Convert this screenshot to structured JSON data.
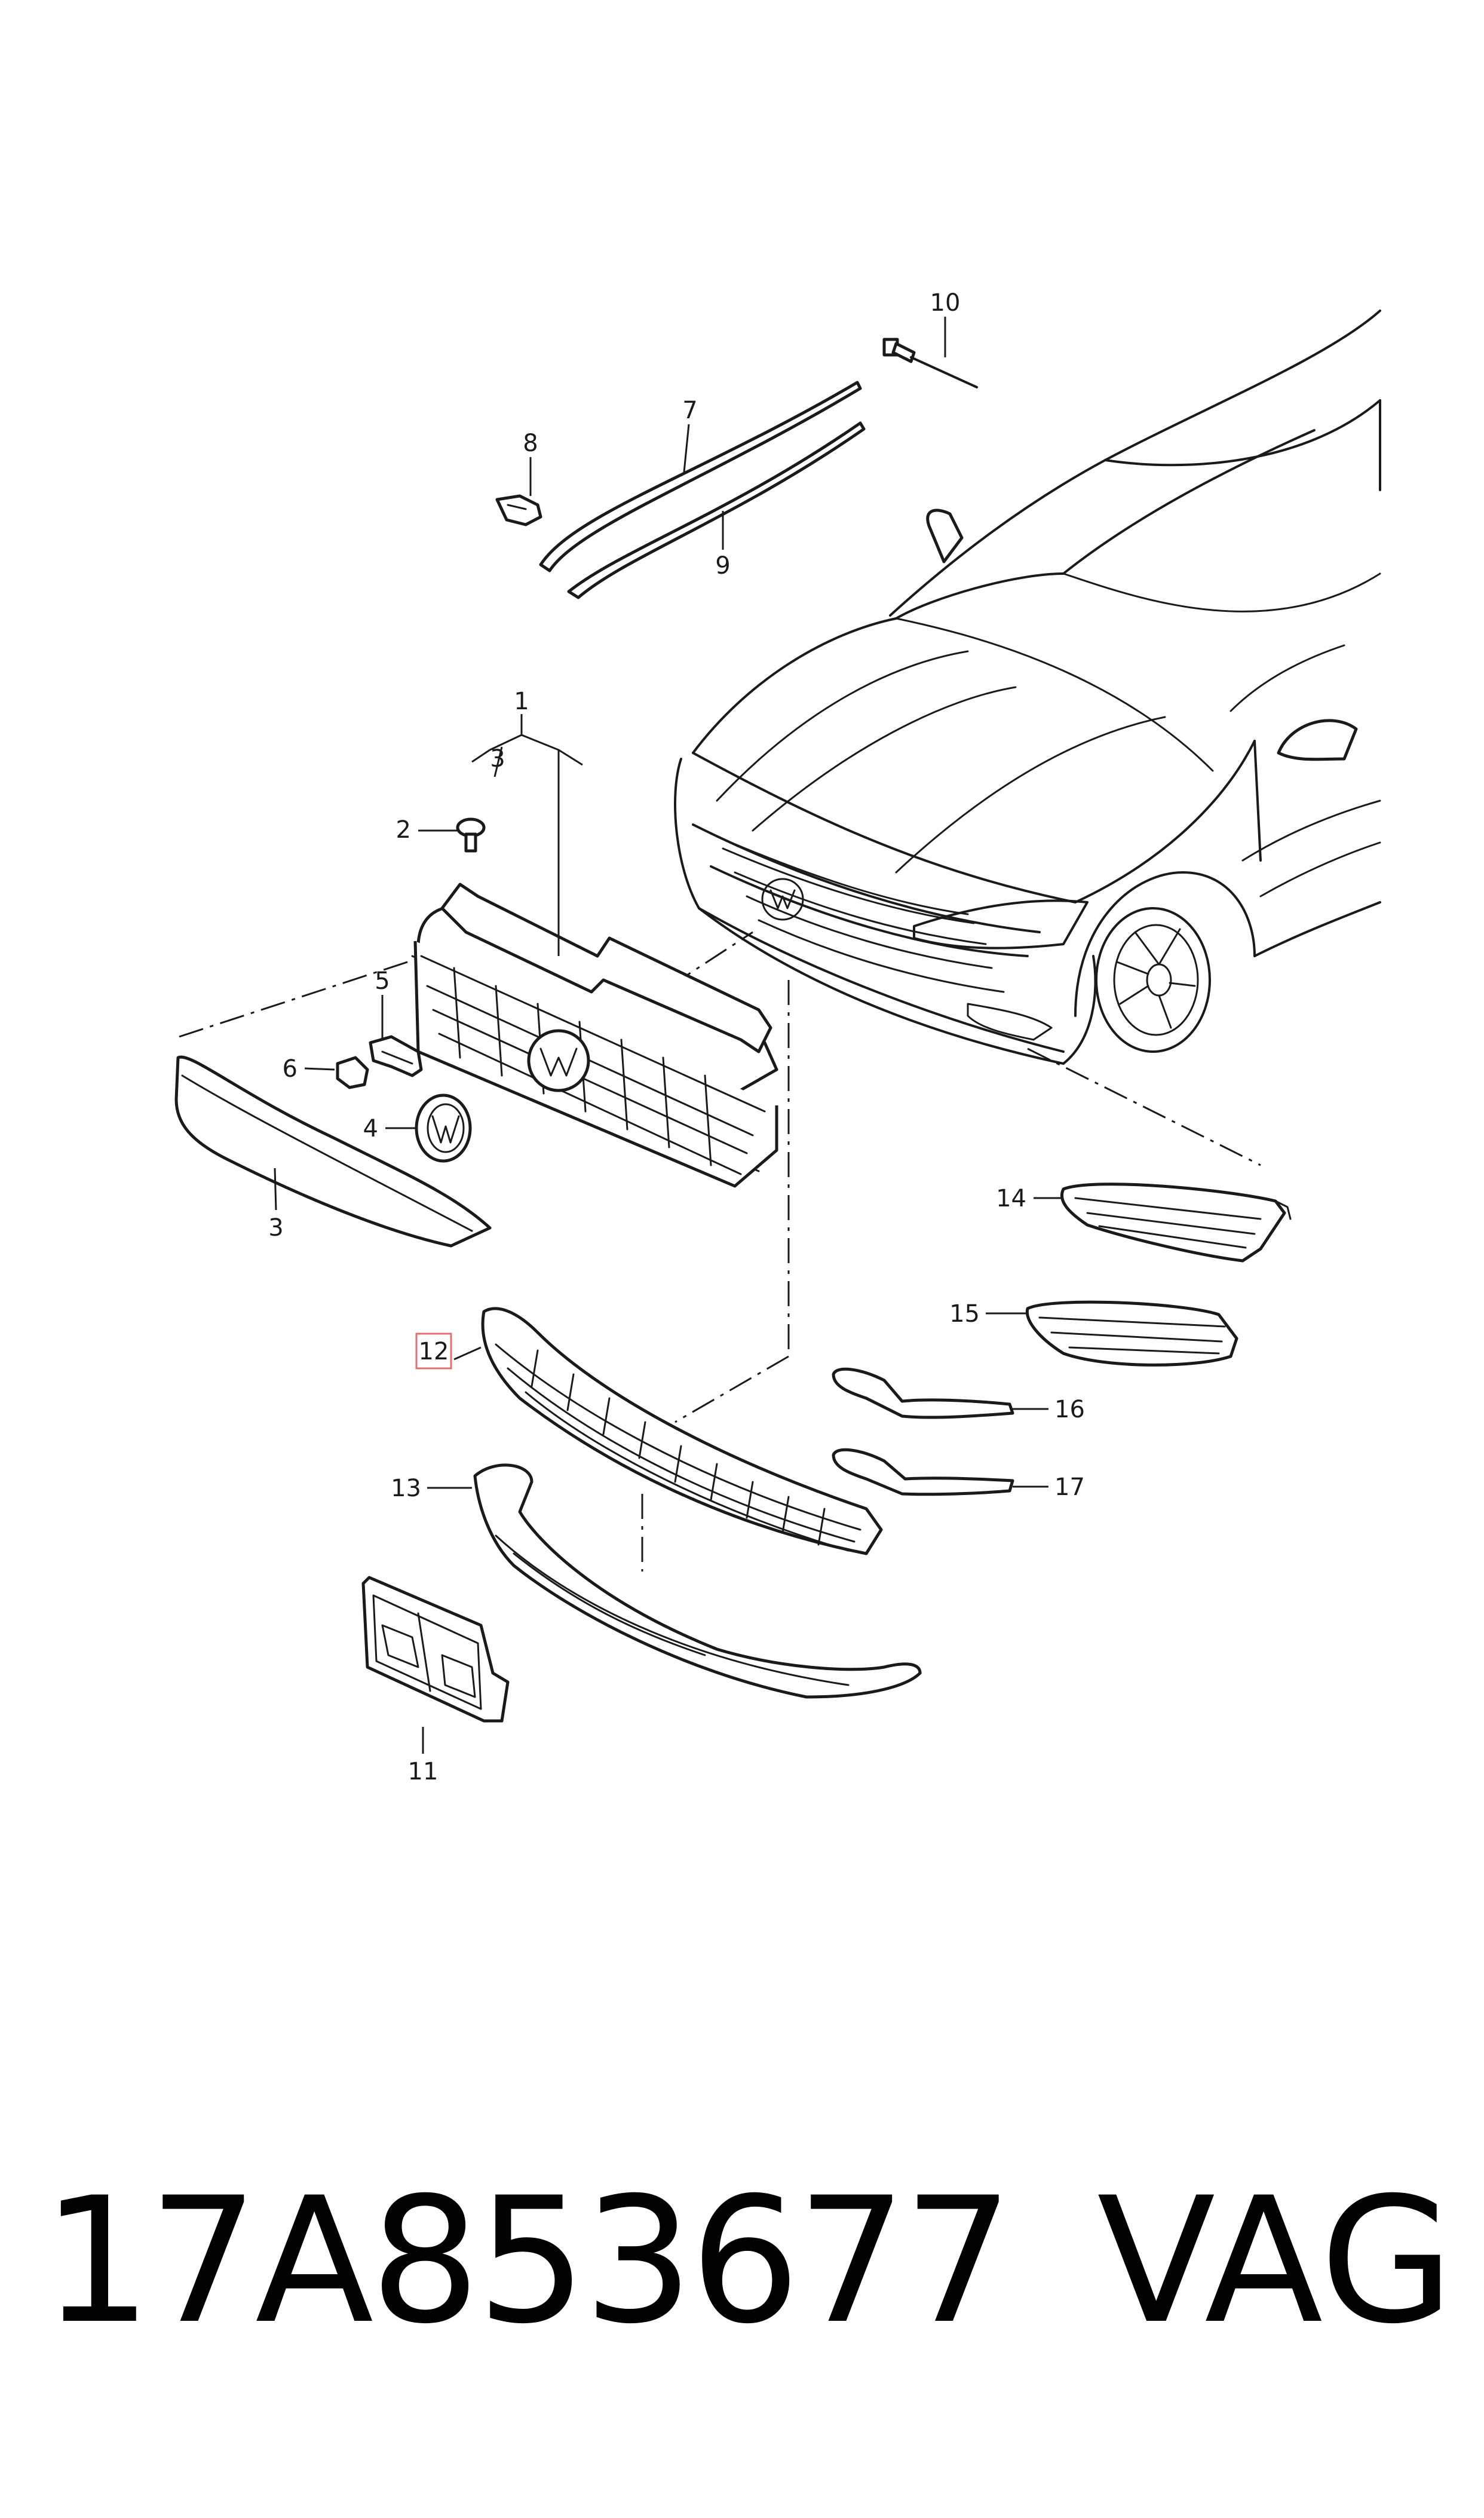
{
  "callouts": {
    "p1": "1",
    "p2": "2",
    "p3_top": "3",
    "p3": "3",
    "p4": "4",
    "p5": "5",
    "p6": "6",
    "p7": "7",
    "p8": "8",
    "p9": "9",
    "p10": "10",
    "p11": "11",
    "p12": "12",
    "p13": "13",
    "p14": "14",
    "p15": "15",
    "p16": "16",
    "p17": "17"
  },
  "highlight_color": "#e07070",
  "footer": {
    "part_number": "17A853677",
    "brand": "VAG"
  }
}
